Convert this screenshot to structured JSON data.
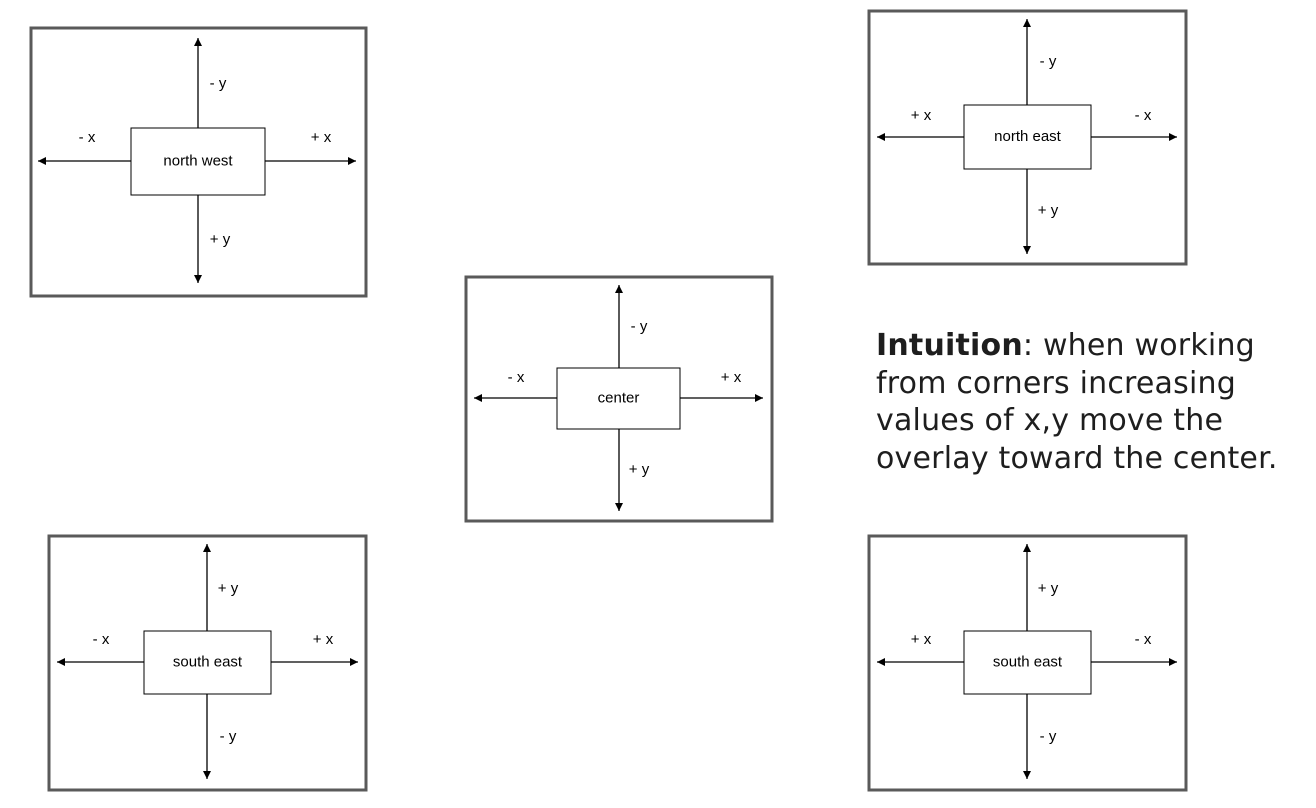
{
  "diagrams": [
    {
      "id": "nw",
      "box_label": "north west",
      "top": "- y",
      "bottom": "+ y",
      "left": "- x",
      "right": "+ x"
    },
    {
      "id": "ne",
      "box_label": "north east",
      "top": "- y",
      "bottom": "+ y",
      "left": "+ x",
      "right": "- x"
    },
    {
      "id": "c",
      "box_label": "center",
      "top": "- y",
      "bottom": "+ y",
      "left": "- x",
      "right": "+ x"
    },
    {
      "id": "sw",
      "box_label": "south east",
      "top": "+ y",
      "bottom": "- y",
      "left": "- x",
      "right": "+ x"
    },
    {
      "id": "se",
      "box_label": "south east",
      "top": "+ y",
      "bottom": "- y",
      "left": "+ x",
      "right": "- x"
    }
  ],
  "note": {
    "lead": "Intuition",
    "text": ": when working from corners increasing values of x,y move the overlay toward the center."
  },
  "colors": {
    "frame": "#5a5a5a",
    "text": "#1e1e1e"
  }
}
